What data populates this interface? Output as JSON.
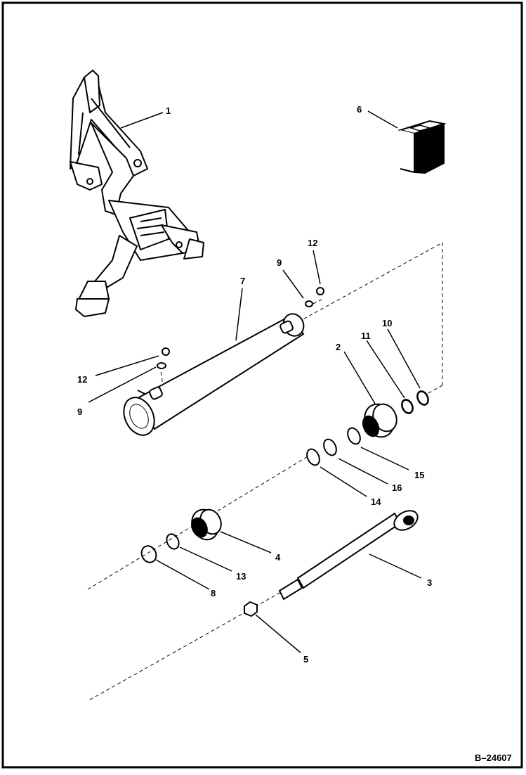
{
  "diagram": {
    "callouts": [
      {
        "id": "c1",
        "label": "1"
      },
      {
        "id": "c2",
        "label": "2"
      },
      {
        "id": "c3",
        "label": "3"
      },
      {
        "id": "c4",
        "label": "4"
      },
      {
        "id": "c5",
        "label": "5"
      },
      {
        "id": "c6",
        "label": "6"
      },
      {
        "id": "c7",
        "label": "7"
      },
      {
        "id": "c8",
        "label": "8"
      },
      {
        "id": "c9a",
        "label": "9"
      },
      {
        "id": "c9b",
        "label": "9"
      },
      {
        "id": "c10",
        "label": "10"
      },
      {
        "id": "c11",
        "label": "11"
      },
      {
        "id": "c12a",
        "label": "12"
      },
      {
        "id": "c12b",
        "label": "12"
      },
      {
        "id": "c13",
        "label": "13"
      },
      {
        "id": "c14",
        "label": "14"
      },
      {
        "id": "c15",
        "label": "15"
      },
      {
        "id": "c16",
        "label": "16"
      }
    ],
    "drawing_number": "B–24607"
  }
}
